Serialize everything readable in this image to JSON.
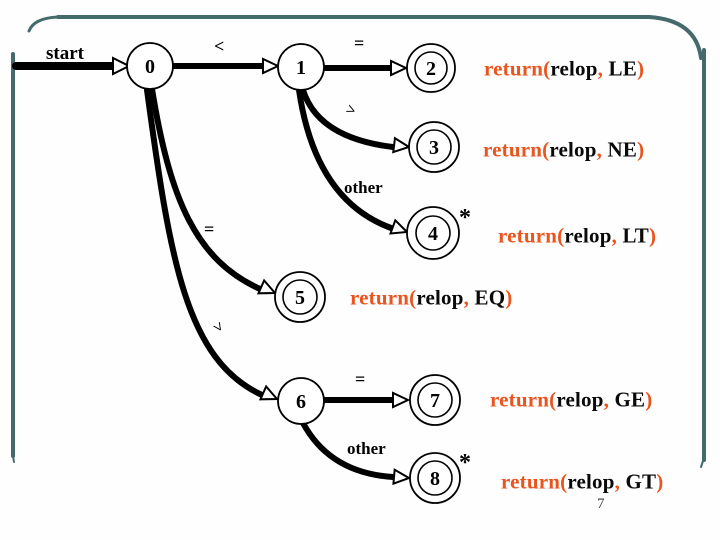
{
  "colors": {
    "accent_text": "#EA541E",
    "frame": "#456A6C",
    "ink": "#000000"
  },
  "slide": {
    "page_number": "7"
  },
  "diagram": {
    "type": "state-transition-diagram",
    "start_label": "start",
    "nodes": [
      {
        "label": "0",
        "accepting": false
      },
      {
        "label": "1",
        "accepting": false
      },
      {
        "label": "2",
        "accepting": true
      },
      {
        "label": "3",
        "accepting": true
      },
      {
        "label": "4",
        "accepting": true,
        "star": true
      },
      {
        "label": "5",
        "accepting": true
      },
      {
        "label": "6",
        "accepting": false
      },
      {
        "label": "7",
        "accepting": true
      },
      {
        "label": "8",
        "accepting": true,
        "star": true
      }
    ],
    "star_label": "*",
    "edges": [
      {
        "from": "start",
        "to": "0",
        "label": "start"
      },
      {
        "from": "0",
        "to": "1",
        "label": "<"
      },
      {
        "from": "1",
        "to": "2",
        "label": "="
      },
      {
        "from": "1",
        "to": "3",
        "label": ">"
      },
      {
        "from": "1",
        "to": "4",
        "label": "other"
      },
      {
        "from": "0",
        "to": "5",
        "label": "="
      },
      {
        "from": "0",
        "to": "6",
        "label": ">"
      },
      {
        "from": "6",
        "to": "7",
        "label": "="
      },
      {
        "from": "6",
        "to": "8",
        "label": "other"
      }
    ],
    "returns": [
      {
        "prefix": "return(",
        "arg": "relop",
        "separator": ",",
        "code": " LE",
        "close": ")"
      },
      {
        "prefix": "return(",
        "arg": "relop",
        "separator": ",",
        "code": " NE",
        "close": ")"
      },
      {
        "prefix": "return(",
        "arg": "relop",
        "separator": ",",
        "code": " LT",
        "close": ")"
      },
      {
        "prefix": "return(",
        "arg": "relop",
        "separator": ",",
        "code": " EQ",
        "close": ")"
      },
      {
        "prefix": "return(",
        "arg": "relop",
        "separator": ",",
        "code": " GE",
        "close": ")"
      },
      {
        "prefix": "return(",
        "arg": "relop",
        "separator": ",",
        "code": " GT",
        "close": ")"
      }
    ]
  }
}
